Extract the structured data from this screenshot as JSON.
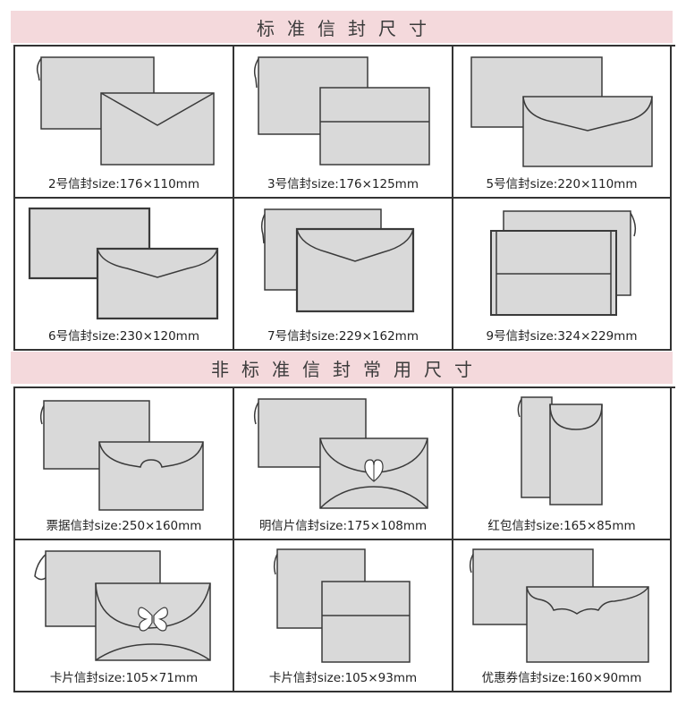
{
  "sections": {
    "standard": {
      "title": "标准信封尺寸",
      "items": [
        {
          "label": "2号信封size:176×110mm"
        },
        {
          "label": "3号信封size:176×125mm"
        },
        {
          "label": "5号信封size:220×110mm"
        },
        {
          "label": "6号信封size:230×120mm"
        },
        {
          "label": "7号信封size:229×162mm"
        },
        {
          "label": "9号信封size:324×229mm"
        }
      ]
    },
    "nonstandard": {
      "title": "非标准信封常用尺寸",
      "items": [
        {
          "label": "票据信封size:250×160mm"
        },
        {
          "label": "明信片信封size:175×108mm"
        },
        {
          "label": "红包信封size:165×85mm"
        },
        {
          "label": "卡片信封size:105×71mm"
        },
        {
          "label": "卡片信封size:105×93mm"
        },
        {
          "label": "优惠券信封size:160×90mm"
        }
      ]
    }
  },
  "colors": {
    "banner_bg": "#f4d9dc",
    "envelope_fill": "#d9d9d9",
    "envelope_stroke": "#3a3a3a",
    "grid_line": "#333333"
  }
}
